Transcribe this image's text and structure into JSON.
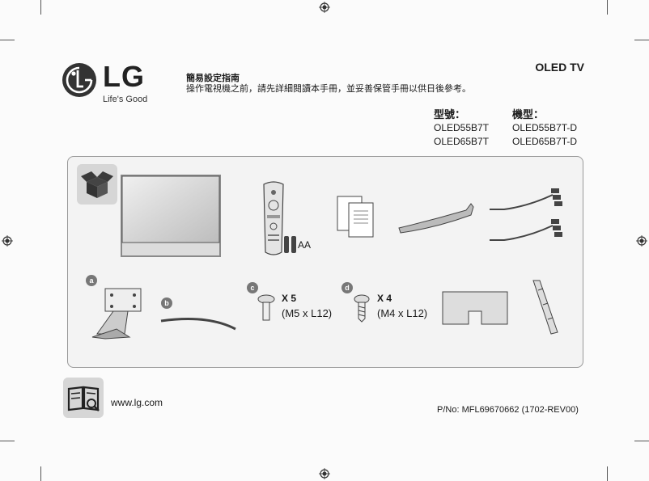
{
  "brand": {
    "name": "LG",
    "tagline": "Life's Good"
  },
  "guide": {
    "title": "簡易設定指南",
    "instruction": "操作電視機之前，請先詳細閱讀本手冊，並妥善保管手冊以供日後參考。"
  },
  "product": "OLED TV",
  "models": {
    "col1": {
      "header": "型號：",
      "items": [
        "OLED55B7T",
        "OLED65B7T"
      ]
    },
    "col2": {
      "header": "機型：",
      "items": [
        "OLED55B7T-D",
        "OLED65B7T-D"
      ]
    }
  },
  "accessories": {
    "remote_batteries": "AA",
    "part_a": "a",
    "part_b": "b",
    "part_c": {
      "label": "c",
      "qty": "X 5",
      "spec": "(M5 x L12)"
    },
    "part_d": {
      "label": "d",
      "qty": "X 4",
      "spec": "(M4 x L12)"
    }
  },
  "footer": {
    "website": "www.lg.com",
    "part_number": "P/No: MFL69670662 (1702-REV00)"
  }
}
